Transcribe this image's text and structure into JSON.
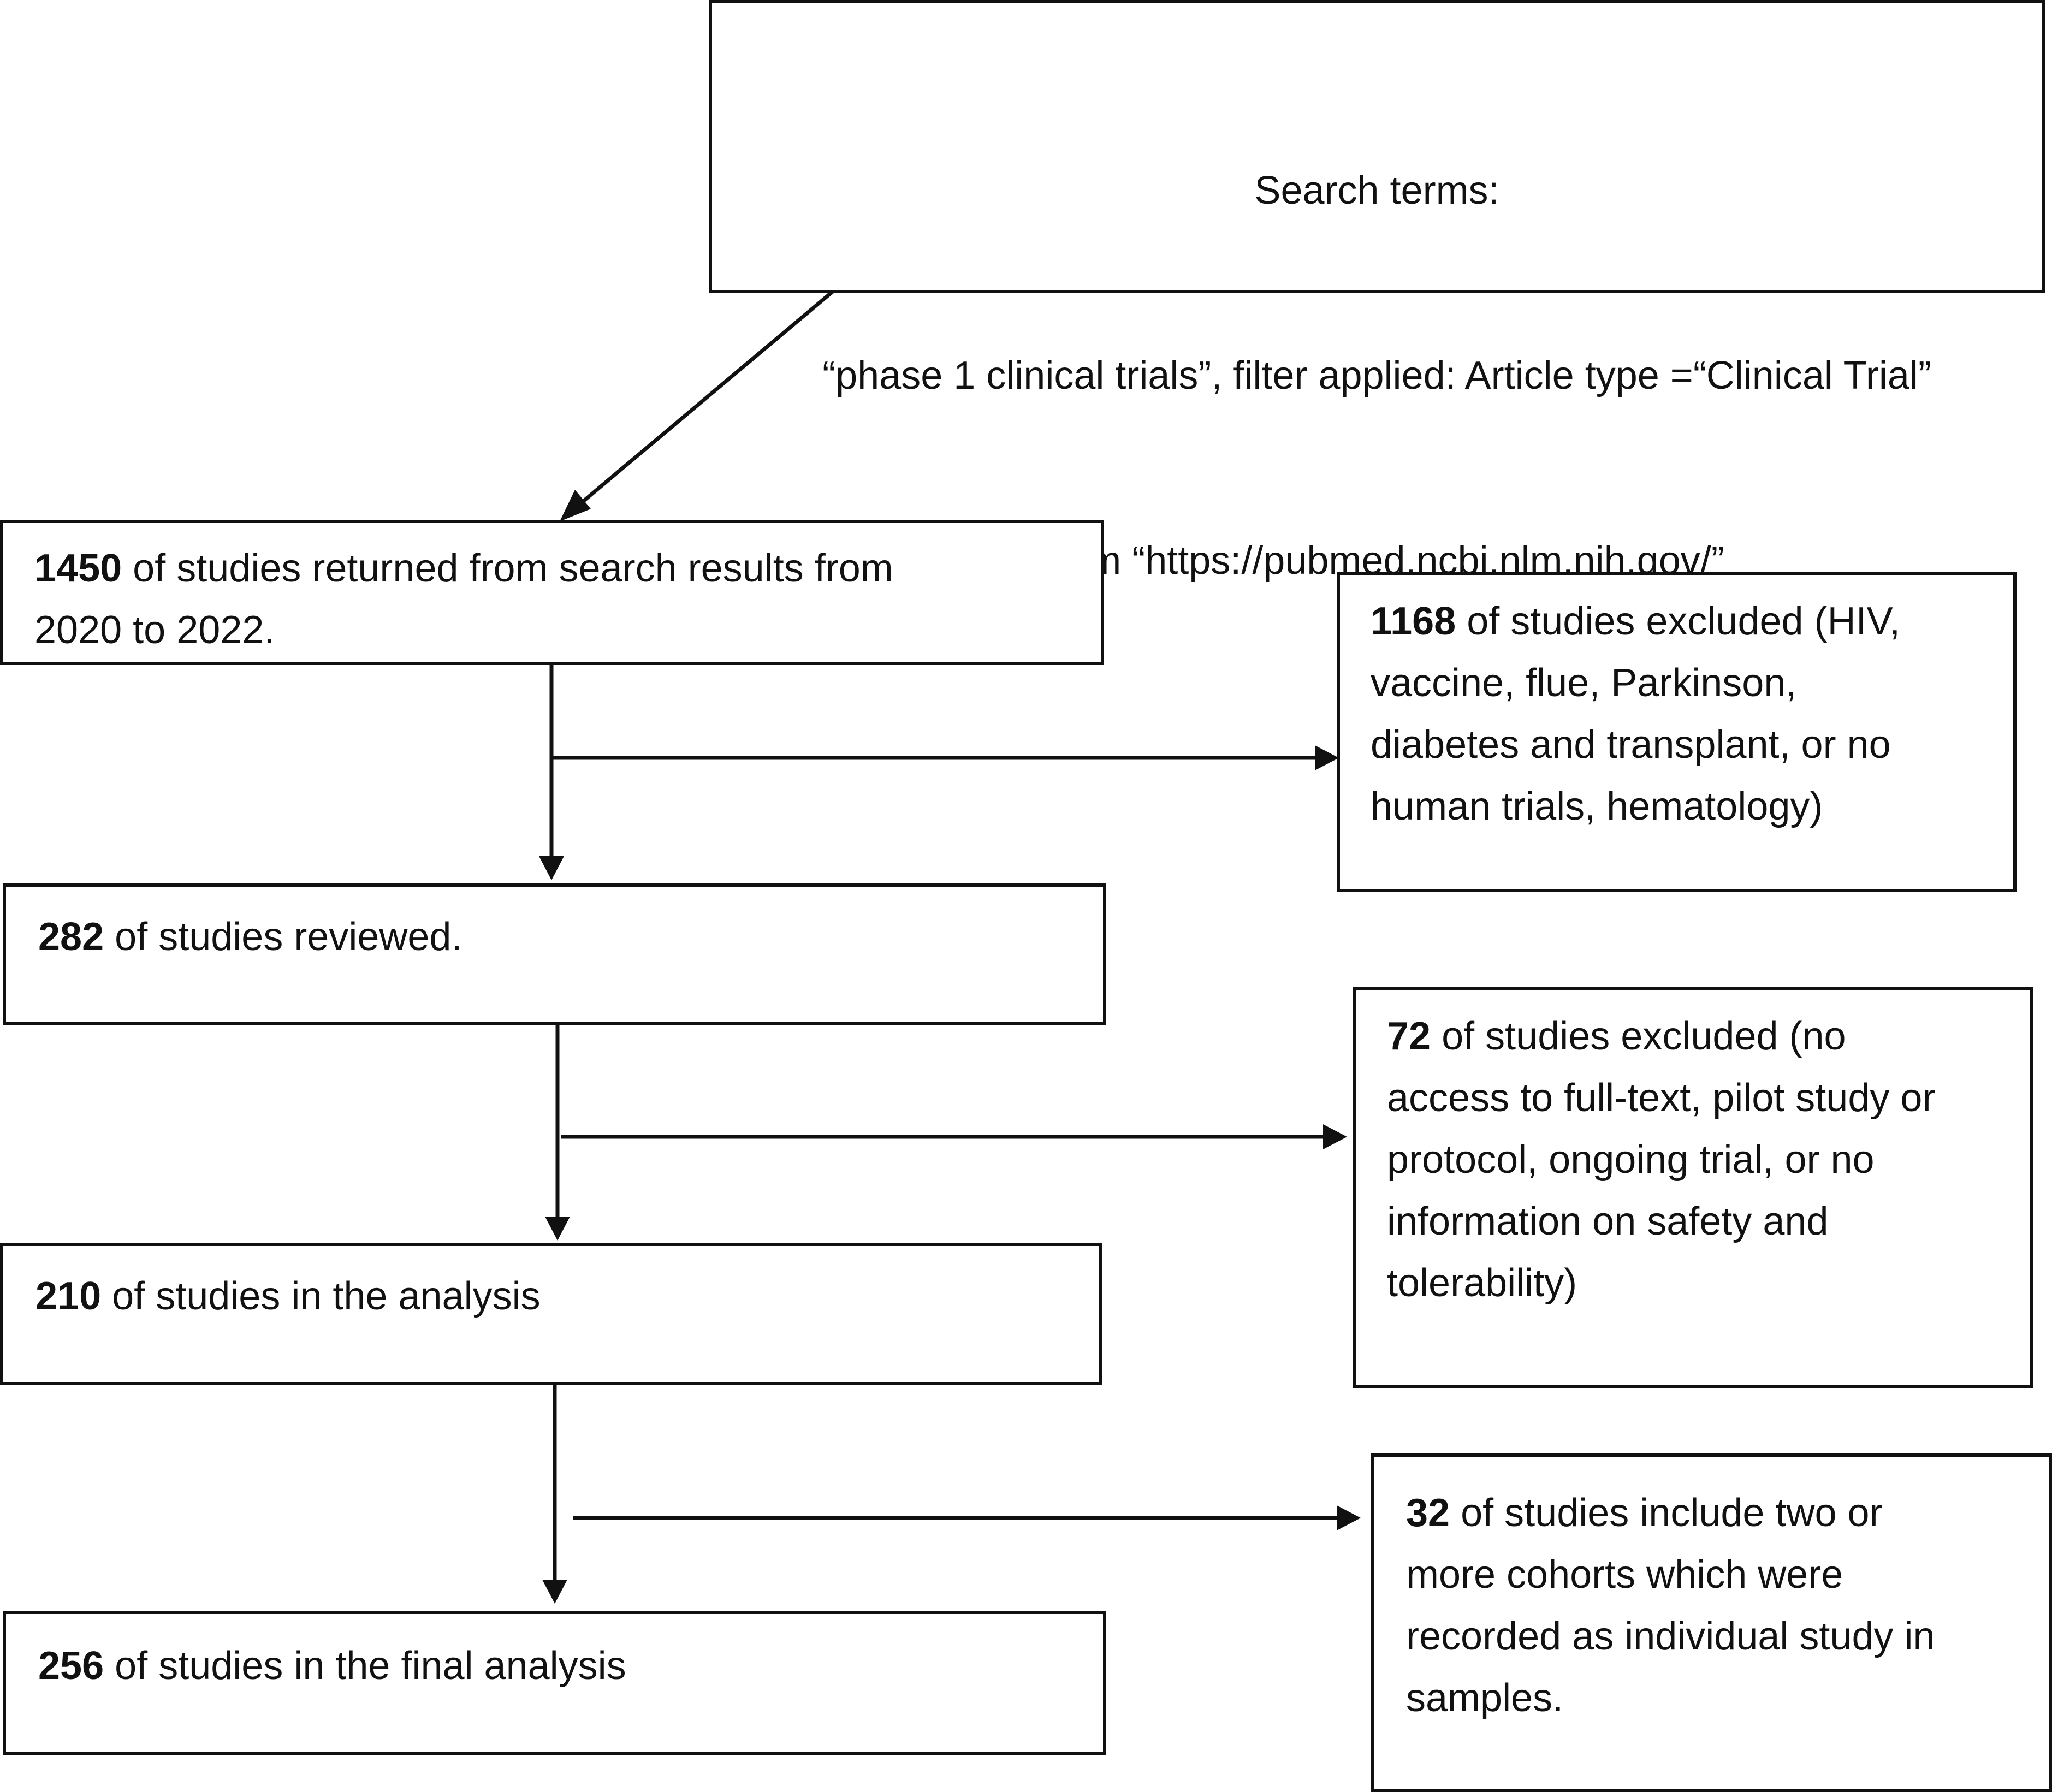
{
  "search": {
    "line1": "Search terms:",
    "line2": "“phase 1 clinical trials”, filter applied: Article type =“Clinical Trial”",
    "line3": "From “https://pubmed.ncbi.nlm.nih.gov/”"
  },
  "boxes": [
    {
      "count": "1450",
      "text": " of studies returned from search results from\n2020 to 2022."
    },
    {
      "count": "282",
      "text": " of studies reviewed."
    },
    {
      "count": "210",
      "text": " of studies in the analysis"
    },
    {
      "count": "256",
      "text": " of studies in the final analysis"
    }
  ],
  "exclusions": [
    {
      "count": "1168",
      "text": " of studies excluded (HIV,\nvaccine, flue, Parkinson,\ndiabetes and transplant, or no\nhuman trials, hematology)"
    },
    {
      "count": "72",
      "text": " of studies excluded (no\naccess to full-text, pilot study or\nprotocol, ongoing trial, or no\ninformation on safety and\ntolerability)"
    },
    {
      "count": "32",
      "text": " of studies include two or\nmore cohorts which were\nrecorded as individual study in\nsamples."
    }
  ]
}
